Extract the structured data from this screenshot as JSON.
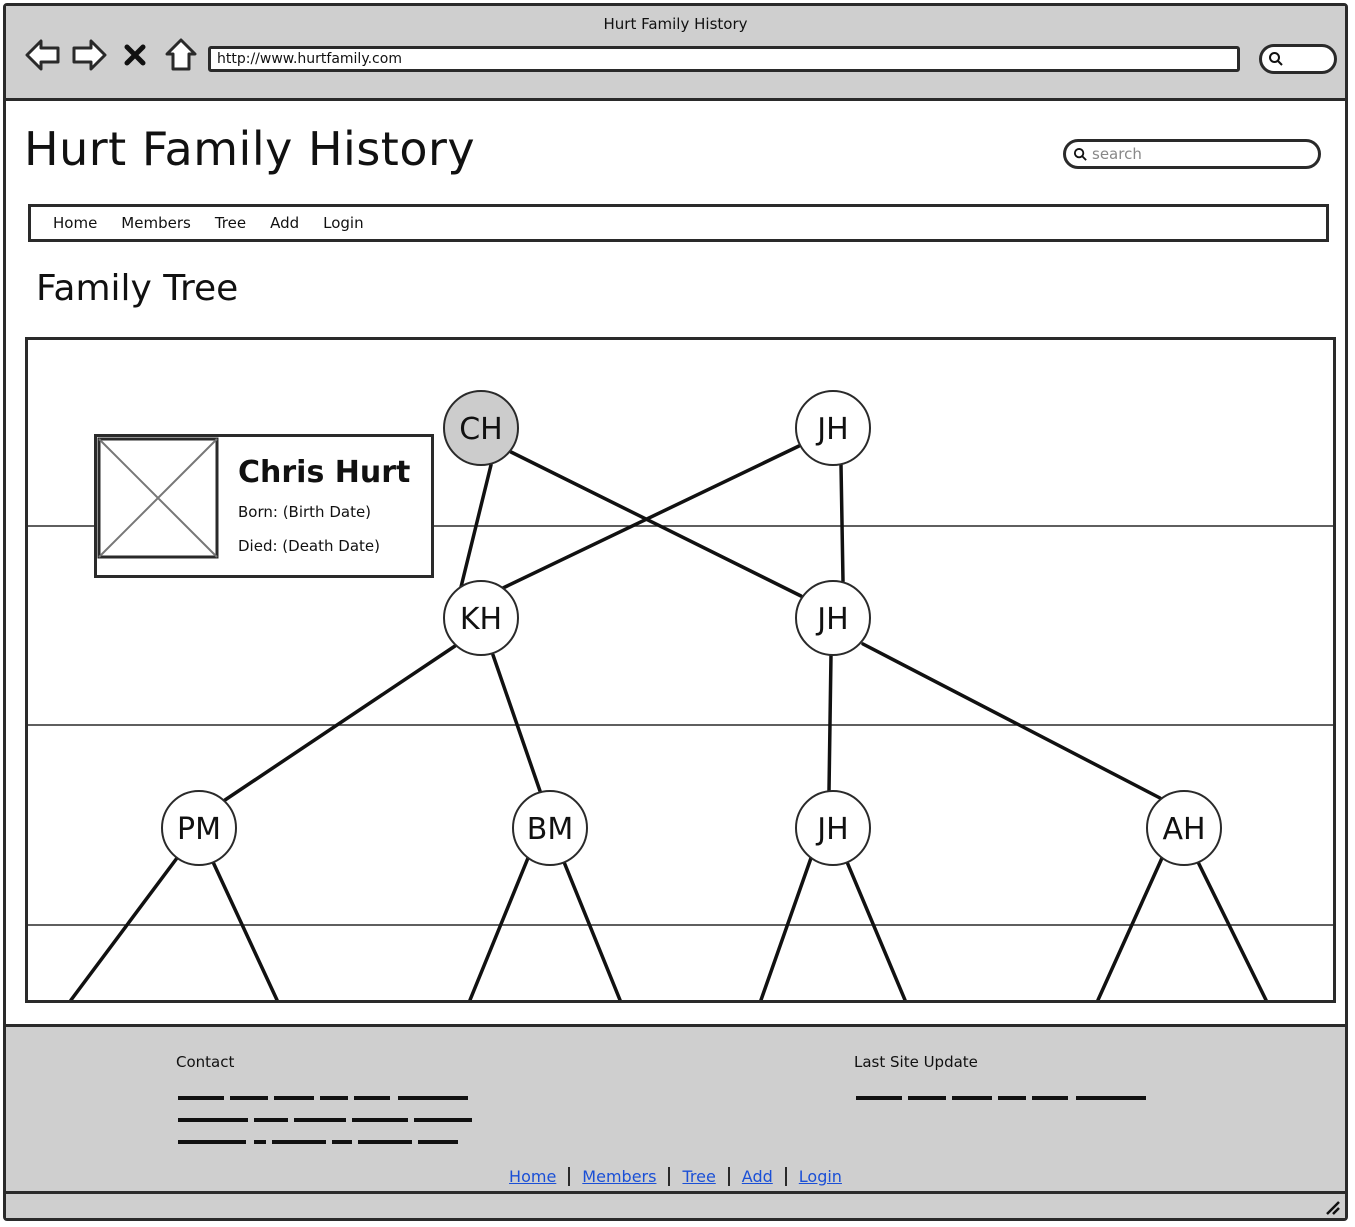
{
  "browser": {
    "window_title": "Hurt Family History",
    "url": "http://www.hurtfamily.com",
    "nav_icons": [
      "back-arrow-icon",
      "forward-arrow-icon",
      "stop-icon",
      "home-icon"
    ],
    "search_icon": "search-icon"
  },
  "header": {
    "site_title": "Hurt Family History",
    "search_placeholder": "search"
  },
  "nav": {
    "items": [
      "Home",
      "Members",
      "Tree",
      "Add",
      "Login"
    ]
  },
  "page": {
    "heading": "Family Tree"
  },
  "tree": {
    "generations": [
      [
        "CH",
        "JH"
      ],
      [
        "KH",
        "JH"
      ],
      [
        "PM",
        "BM",
        "JH",
        "AH"
      ]
    ],
    "selected_node": "CH",
    "selected_color": "#cccccc"
  },
  "person_card": {
    "name": "Chris Hurt",
    "born": "Born: (Birth Date)",
    "died": "Died: (Death Date)",
    "photo_icon": "image-placeholder-icon"
  },
  "footer": {
    "contact_heading": "Contact",
    "last_update_heading": "Last Site Update",
    "links": [
      "Home",
      "Members",
      "Tree",
      "Add",
      "Login"
    ],
    "link_color": "#1a4fd6"
  },
  "colors": {
    "chrome_gray": "#cfcfcf",
    "line": "#2a2a2a"
  }
}
